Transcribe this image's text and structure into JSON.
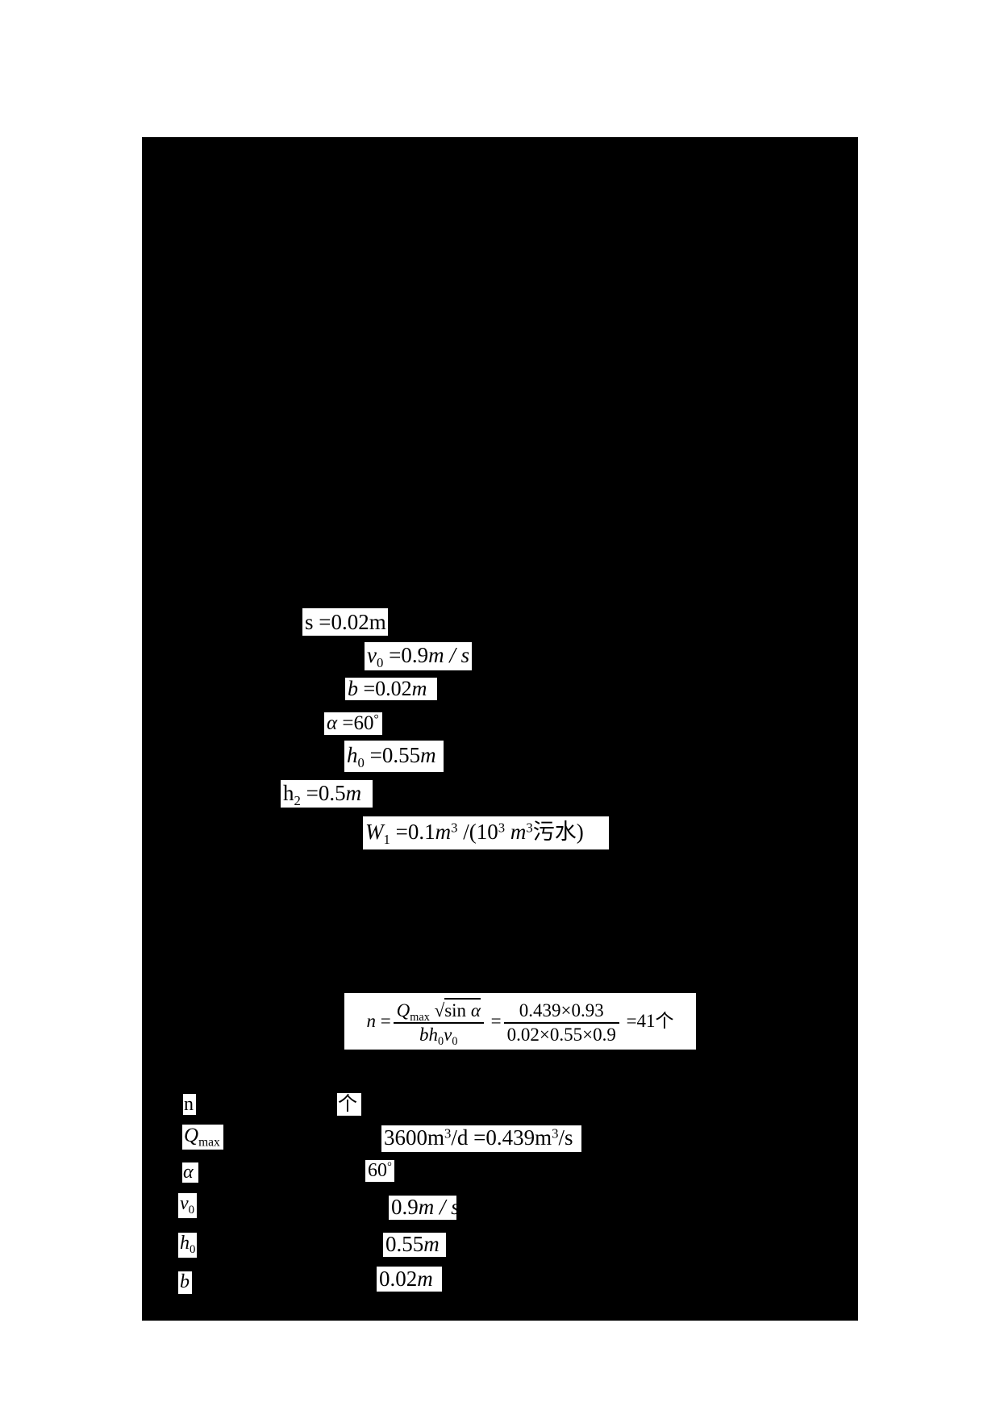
{
  "page": {
    "background_color": "#ffffff",
    "mask_color": "#000000",
    "text_color": "#000000"
  },
  "equations": {
    "s_value": {
      "tokens": [
        {
          "k": "r",
          "t": "s =0.02m"
        }
      ]
    },
    "v0_value": {
      "tokens": [
        {
          "k": "i",
          "t": "v"
        },
        {
          "k": "sub",
          "t": "0"
        },
        {
          "k": "r",
          "t": " =0.9"
        },
        {
          "k": "i",
          "t": "m / s"
        }
      ]
    },
    "b_value": {
      "tokens": [
        {
          "k": "i",
          "t": "b"
        },
        {
          "k": "r",
          "t": " =0.02"
        },
        {
          "k": "i",
          "t": "m"
        }
      ]
    },
    "alpha_value": {
      "tokens": [
        {
          "k": "i",
          "t": "α"
        },
        {
          "k": "r",
          "t": " =60"
        },
        {
          "k": "sup",
          "t": "°"
        }
      ]
    },
    "h0_value": {
      "tokens": [
        {
          "k": "i",
          "t": "h"
        },
        {
          "k": "sub",
          "t": "0"
        },
        {
          "k": "r",
          "t": " =0.55"
        },
        {
          "k": "i",
          "t": "m"
        }
      ]
    },
    "h2_value": {
      "tokens": [
        {
          "k": "r",
          "t": "h"
        },
        {
          "k": "sub",
          "t": "2"
        },
        {
          "k": "r",
          "t": " =0.5"
        },
        {
          "k": "i",
          "t": "m"
        }
      ]
    },
    "w1_value": {
      "tokens": [
        {
          "k": "i",
          "t": "W"
        },
        {
          "k": "sub",
          "t": "1"
        },
        {
          "k": "r",
          "t": " =0.1"
        },
        {
          "k": "i",
          "t": "m"
        },
        {
          "k": "sup",
          "t": "3"
        },
        {
          "k": "r",
          "t": " /(10"
        },
        {
          "k": "sup",
          "t": "3"
        },
        {
          "k": "r",
          "t": " "
        },
        {
          "k": "i",
          "t": "m"
        },
        {
          "k": "sup",
          "t": "3"
        },
        {
          "k": "r",
          "t": "污水)"
        }
      ]
    },
    "n_formula": {
      "tokens": [
        {
          "k": "i",
          "t": "n"
        },
        {
          "k": "r",
          "t": " ="
        },
        {
          "k": "frac",
          "num": [
            {
              "k": "i",
              "t": "Q"
            },
            {
              "k": "sub",
              "t": "max"
            },
            {
              "k": "r",
              "t": " "
            },
            {
              "k": "sqrt",
              "body": [
                {
                  "k": "r",
                  "t": "sin "
                },
                {
                  "k": "i",
                  "t": "α"
                }
              ]
            }
          ],
          "den": [
            {
              "k": "i",
              "t": "bh"
            },
            {
              "k": "sub",
              "t": "0"
            },
            {
              "k": "i",
              "t": "v"
            },
            {
              "k": "sub",
              "t": "0"
            }
          ]
        },
        {
          "k": "r",
          "t": " ="
        },
        {
          "k": "frac",
          "num": [
            {
              "k": "r",
              "t": "0.439×0.93"
            }
          ],
          "den": [
            {
              "k": "r",
              "t": "0.02×0.55×0.9"
            }
          ]
        },
        {
          "k": "r",
          "t": " =41个"
        }
      ]
    }
  },
  "legend": {
    "n_symbol": {
      "tokens": [
        {
          "k": "r",
          "t": "n"
        }
      ]
    },
    "n_unit": {
      "tokens": [
        {
          "k": "r",
          "t": "个"
        }
      ]
    },
    "qmax_symbol": {
      "tokens": [
        {
          "k": "i",
          "t": "Q"
        },
        {
          "k": "sub",
          "t": "max"
        }
      ]
    },
    "qmax_value": {
      "tokens": [
        {
          "k": "r",
          "t": "3600m"
        },
        {
          "k": "sup",
          "t": "3"
        },
        {
          "k": "r",
          "t": "/d =0.439m"
        },
        {
          "k": "sup",
          "t": "3"
        },
        {
          "k": "r",
          "t": "/s"
        }
      ]
    },
    "alpha_symbol": {
      "tokens": [
        {
          "k": "i",
          "t": "α"
        }
      ]
    },
    "alpha_value": {
      "tokens": [
        {
          "k": "r",
          "t": "60"
        },
        {
          "k": "sup",
          "t": "°"
        }
      ]
    },
    "v0_symbol": {
      "tokens": [
        {
          "k": "i",
          "t": "v"
        },
        {
          "k": "sub",
          "t": "0"
        }
      ]
    },
    "v0_value": {
      "tokens": [
        {
          "k": "r",
          "t": "0.9"
        },
        {
          "k": "i",
          "t": "m / s"
        }
      ]
    },
    "h0_symbol": {
      "tokens": [
        {
          "k": "i",
          "t": "h"
        },
        {
          "k": "sub",
          "t": "0"
        }
      ]
    },
    "h0_value": {
      "tokens": [
        {
          "k": "r",
          "t": "0.55"
        },
        {
          "k": "i",
          "t": "m"
        }
      ]
    },
    "b_symbol": {
      "tokens": [
        {
          "k": "i",
          "t": "b"
        }
      ]
    },
    "b_value": {
      "tokens": [
        {
          "k": "r",
          "t": "0.02"
        },
        {
          "k": "i",
          "t": "m"
        }
      ]
    }
  }
}
